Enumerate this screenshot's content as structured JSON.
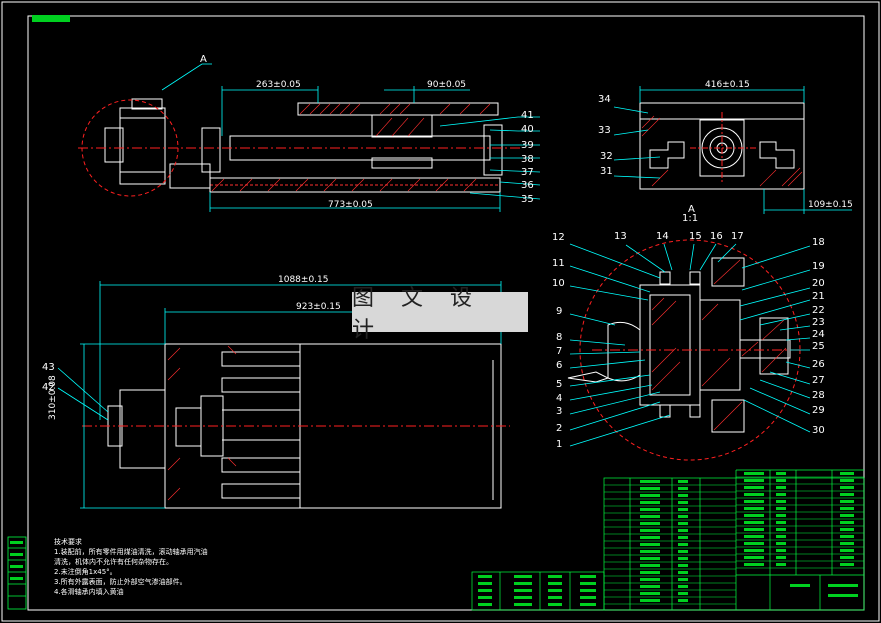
{
  "watermark": "图 文 设 计",
  "section_marks": {
    "a_top": "A",
    "a_side": "A",
    "section_label": "1:1"
  },
  "dimensions": {
    "d263": "263±0.05",
    "d90": "90±0.05",
    "d773": "773±0.05",
    "d416": "416±0.15",
    "d109": "109±0.15",
    "d1088": "1088±0.15",
    "d923": "923±0.15",
    "d310": "310±0.08"
  },
  "part_numbers": {
    "top_view": [
      "41",
      "40",
      "39",
      "38",
      "37",
      "36",
      "35"
    ],
    "end_view": [
      "34",
      "33",
      "32",
      "31"
    ],
    "plan_view": [
      "43",
      "42"
    ],
    "section_left": [
      "12",
      "11",
      "10",
      "9",
      "8",
      "7",
      "6",
      "5",
      "4",
      "3",
      "2",
      "1"
    ],
    "section_top": [
      "13",
      "14",
      "15",
      "16",
      "17"
    ],
    "section_right": [
      "18",
      "19",
      "20",
      "21",
      "22",
      "23",
      "24",
      "25",
      "26",
      "27",
      "28",
      "29",
      "30"
    ]
  },
  "technical_notes": {
    "title": "技术要求",
    "lines": [
      "1.装配前，所有零件用煤油清洗，滚动轴承用汽油",
      "清洗，机体内不允许有任何杂物存在。",
      "2.未注倒角1x45°。",
      "3.所有外露表面，防止外部空气渗油部件。",
      "4.各滑轴承内填入黄油"
    ]
  },
  "colors": {
    "background": "#000000",
    "frame": "#ffffff",
    "geometry": "#ffffff",
    "dimension": "#00ffff",
    "centerline": "#ff2020",
    "hatch": "#ff3030",
    "title_fill": "#00d020",
    "title_grid": "#00ff40"
  }
}
